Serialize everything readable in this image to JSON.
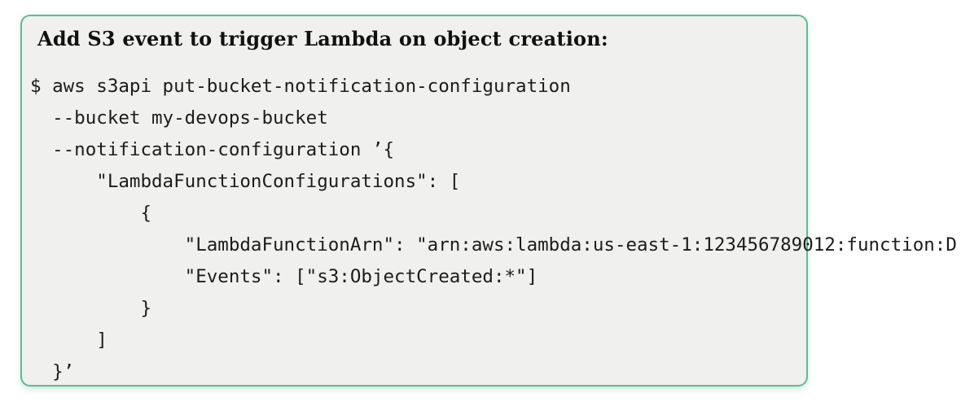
{
  "card": {
    "title": "Add S3 event to trigger Lambda on object creation:",
    "colors": {
      "border": "#54bf94",
      "background": "#f0f0ee",
      "code_text": "#1c1c1c"
    },
    "code_lines": [
      "$ aws s3api put-bucket-notification-configuration",
      "  --bucket my-devops-bucket",
      "  --notification-configuration ’{",
      "      \"LambdaFunctionConfigurations\": [",
      "          {",
      "              \"LambdaFunctionArn\": \"arn:aws:lambda:us-east-1:123456789012:function:D",
      "              \"Events\": [\"s3:ObjectCreated:*\"]",
      "          }",
      "      ]",
      "  }’"
    ]
  }
}
